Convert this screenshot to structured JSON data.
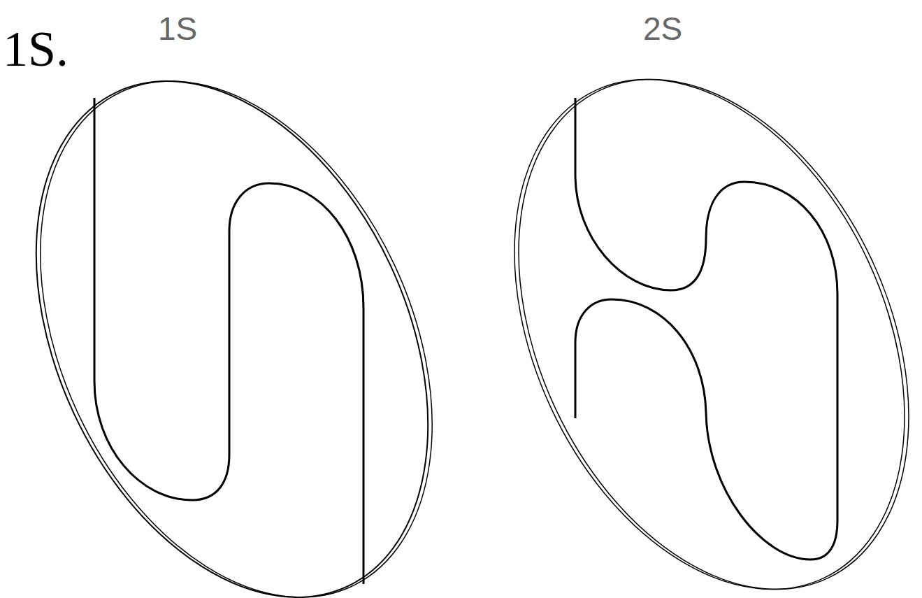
{
  "diagram": {
    "labels": [
      "1S.",
      "1S",
      "2S"
    ]
  }
}
